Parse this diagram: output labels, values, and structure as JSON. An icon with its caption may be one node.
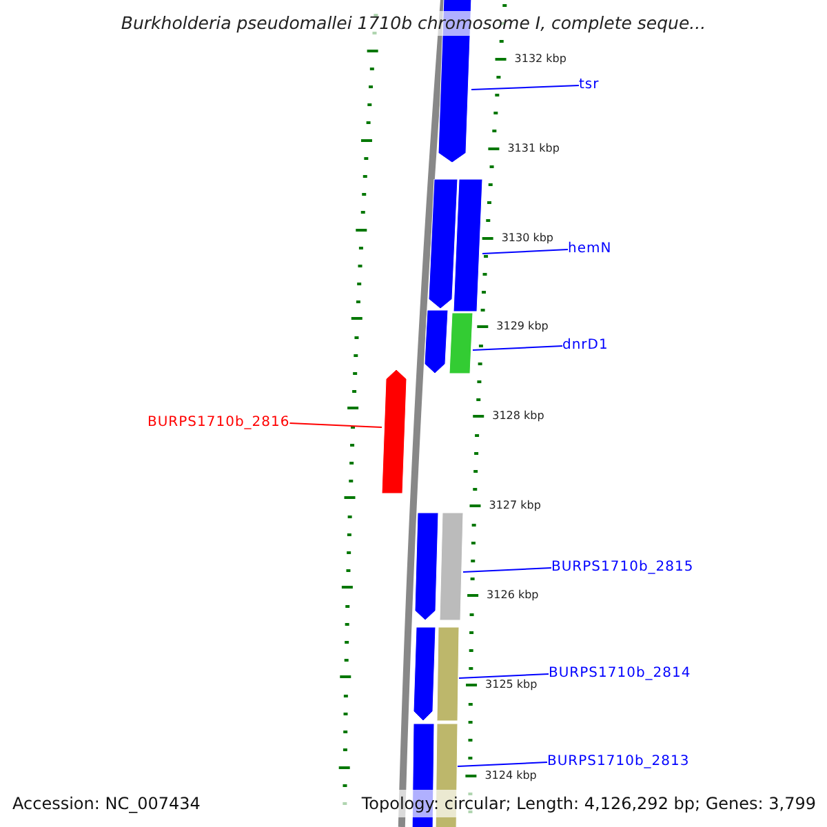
{
  "diagram": {
    "title": "Burkholderia pseudomallei 1710b chromosome I, complete seque...",
    "nodes": [
      {
        "text": [],
        "shape": "arrow"
      },
      {
        "text": [
          "tsr"
        ]
      },
      {
        "text": [],
        "shape": "arrow"
      },
      {
        "text": [],
        "shape": "bar"
      },
      {
        "text": [
          "hemN"
        ]
      },
      {
        "text": [],
        "shape": "arrow"
      },
      {
        "text": [],
        "shape": "bar"
      },
      {
        "text": [
          "dnrD1"
        ]
      },
      {
        "text": [
          "BURPS1710b_2816"
        ]
      },
      {
        "text": [],
        "shape": "arrow"
      },
      {
        "text": [],
        "shape": "arrow"
      },
      {
        "text": [],
        "shape": "bar"
      },
      {
        "text": [
          "BURPS1710b_2815"
        ]
      },
      {
        "text": [],
        "shape": "arrow"
      },
      {
        "text": [],
        "shape": "bar"
      },
      {
        "text": [
          "BURPS1710b_2814"
        ]
      },
      {
        "text": [],
        "shape": "bar"
      },
      {
        "text": [],
        "shape": "bar"
      },
      {
        "text": [
          "BURPS1710b_2813"
        ]
      }
    ],
    "edges": [
      {
        "from": 1,
        "to": 0,
        "arrow": "none"
      },
      {
        "from": 4,
        "to": 3,
        "arrow": "none"
      },
      {
        "from": 7,
        "to": 6,
        "arrow": "none"
      },
      {
        "from": 8,
        "to": 9,
        "arrow": "none",
        "color": "#ff0000"
      },
      {
        "from": 12,
        "to": 11,
        "arrow": "none"
      },
      {
        "from": 15,
        "to": 14,
        "arrow": "none"
      },
      {
        "from": 18,
        "to": 17,
        "arrow": "none"
      }
    ],
    "labels": [
      "3132 kbp",
      "3131 kbp",
      "3130 kbp",
      "3129 kbp",
      "3128 kbp",
      "3127 kbp",
      "3126 kbp",
      "3125 kbp",
      "3124 kbp",
      "Accession: NC_007434",
      "Topology: circular; Length: 4,126,292 bp; Genes: 3,799"
    ]
  }
}
